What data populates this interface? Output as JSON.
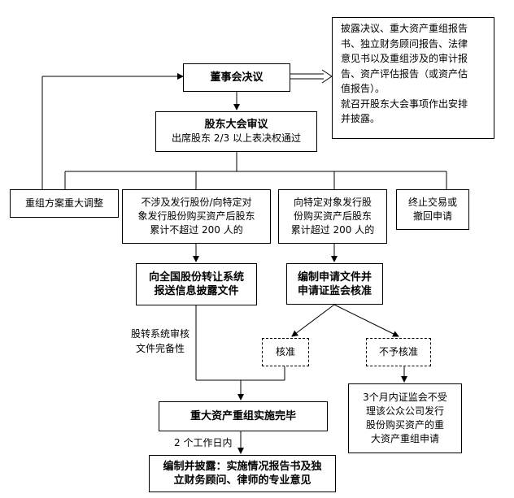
{
  "board": "董事会决议",
  "disclosure": [
    "披露决议、重大资产重组报告",
    "书、独立财务顾问报告、法律",
    "意见书以及重组涉及的审计报",
    "告、资产评估报告（或资产估",
    "值报告）。",
    "就召开股东大会事项作出安排",
    "并披露。"
  ],
  "shareholders": {
    "title": "股东大会审议",
    "sub": "出席股东 2/3 以上表决权通过"
  },
  "adjust": "重组方案重大调整",
  "le200": [
    "不涉及发行股份/向特定对",
    "象发行股份购买资产后股东",
    "累计不超过 200 人的"
  ],
  "gt200": [
    "向特定对象发行股",
    "份购买资产后股东",
    "累计超过 200 人的"
  ],
  "terminate": [
    "终止交易或",
    "撤回申请"
  ],
  "neeq": [
    "向全国股份转让系统",
    "报送信息披露文件"
  ],
  "csrc": [
    "编制申请文件并",
    "申请证监会核准"
  ],
  "neeq_note": [
    "股转系统审核",
    "文件完备性"
  ],
  "approve": "核准",
  "reject": "不予核准",
  "reject_note": [
    "3个月内证监会不受",
    "理该公众公司发行",
    "股份购买资产的重",
    "大资产重组申请"
  ],
  "complete": "重大资产重组实施完毕",
  "days": "2 个工作日内",
  "final": [
    "编制并披露：实施情况报告书及独",
    "立财务顾问、律师的专业意见"
  ]
}
